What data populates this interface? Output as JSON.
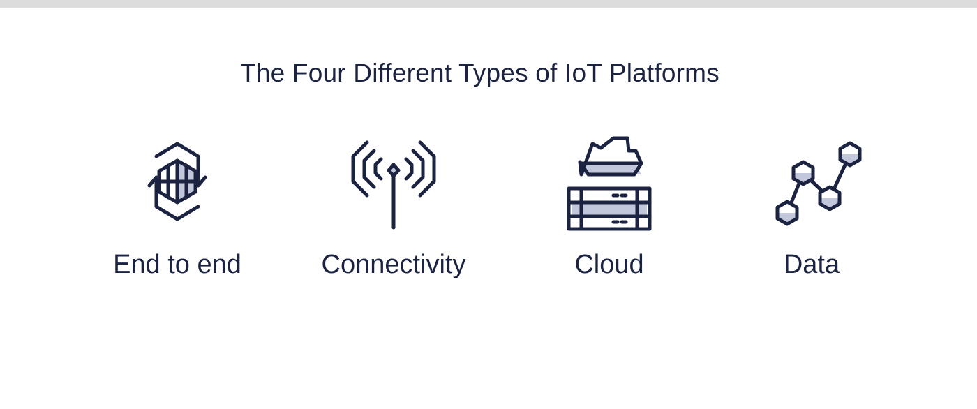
{
  "title": "The Four Different Types of IoT Platforms",
  "colors": {
    "ink": "#1b2340",
    "accent_fill": "#c3c7dc",
    "top_bar": "#dcdcdc",
    "background": "#ffffff"
  },
  "platforms": [
    {
      "label": "End to end",
      "icon": "globe-cycle-icon"
    },
    {
      "label": "Connectivity",
      "icon": "antenna-signal-icon"
    },
    {
      "label": "Cloud",
      "icon": "cloud-server-icon"
    },
    {
      "label": "Data",
      "icon": "data-line-graph-icon"
    }
  ]
}
